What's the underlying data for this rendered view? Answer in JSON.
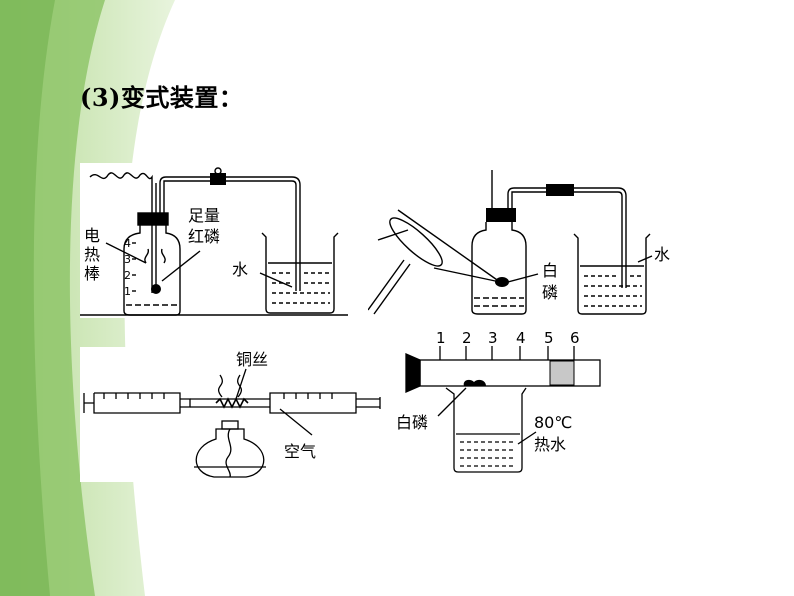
{
  "slide": {
    "title": "(3)变式装置："
  },
  "colors": {
    "green_band": "#8fc66a",
    "green_light": "#d6ebc4",
    "line": "#000000",
    "red_phosphorus": "#000000",
    "gray_block": "#c8c8c8"
  },
  "diagram1": {
    "label_heater_1": "电",
    "label_heater_2": "热",
    "label_heater_3": "棒",
    "label_red_p_1": "足量",
    "label_red_p_2": "红磷",
    "label_water": "水",
    "scale_4": "4",
    "scale_3": "3",
    "scale_2": "2",
    "scale_1": "1"
  },
  "diagram2": {
    "label_white_p_1": "白",
    "label_white_p_2": "磷",
    "label_water": "水"
  },
  "diagram3": {
    "label_copper_wire": "铜丝",
    "label_air": "空气"
  },
  "diagram4": {
    "ticks": [
      "1",
      "2",
      "3",
      "4",
      "5",
      "6"
    ],
    "label_white_p": "白磷",
    "label_hot_water_1": "80℃",
    "label_hot_water_2": "热水"
  }
}
